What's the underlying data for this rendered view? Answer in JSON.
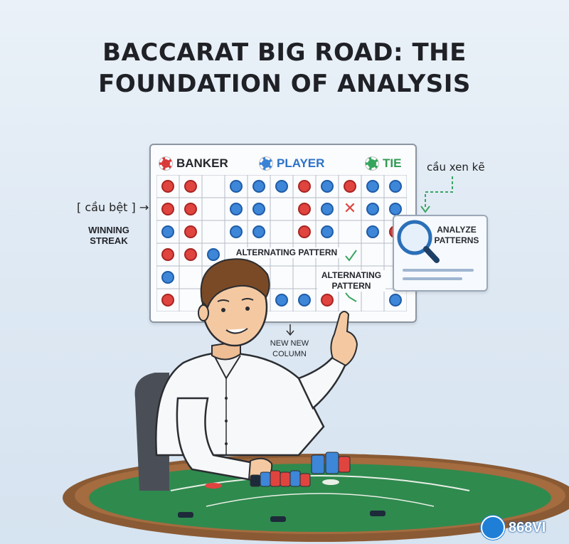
{
  "title": {
    "line1": "BACCARAT BIG ROAD: THE",
    "line2": "FOUNDATION OF ANALYSIS"
  },
  "legend": {
    "banker": "BANKER",
    "player": "PLAYER",
    "tie": "TIE"
  },
  "colors": {
    "banker": "#e0443f",
    "player": "#3d86d8",
    "tie": "#35a55b",
    "table_felt": "#2f8a4e"
  },
  "big_road": {
    "columns": 11,
    "rows": 6,
    "cells": [
      [
        "B",
        "B",
        "",
        "P",
        "P",
        "P",
        "B",
        "P",
        "B",
        "P",
        "P"
      ],
      [
        "B",
        "B",
        "",
        "P",
        "P",
        "",
        "B",
        "P",
        "X",
        "P",
        "P"
      ],
      [
        "P",
        "B",
        "",
        "P",
        "P",
        "",
        "B",
        "P",
        "",
        "P",
        "B"
      ],
      [
        "B",
        "B",
        "P",
        "",
        "",
        "",
        "",
        "",
        "",
        "",
        ""
      ],
      [
        "P",
        "",
        "",
        "",
        "",
        "",
        "",
        "",
        "",
        "",
        ""
      ],
      [
        "B",
        "",
        "",
        "",
        "",
        "P",
        "P",
        "B",
        "",
        "",
        "P"
      ]
    ]
  },
  "annotations": {
    "cau_bet": "cầu bệt",
    "winning_streak_1": "WINNING",
    "winning_streak_2": "STREAK",
    "cau_xen_ke": "cầu xen kẽ",
    "alternating_pattern": "ALTERNATING PATTERN",
    "alternating_pattern_2a": "ALTERNATING",
    "alternating_pattern_2b": "PATTERN",
    "new_column_1": "NEW NEW",
    "new_column_2": "COLUMN",
    "analyze_1": "ANALYZE",
    "analyze_2": "PATTERNS"
  },
  "icons": [
    "magnifier-icon",
    "arrow-right-icon",
    "arrow-down-icon",
    "checkmark-icon",
    "cross-icon"
  ],
  "watermark": "868VI"
}
